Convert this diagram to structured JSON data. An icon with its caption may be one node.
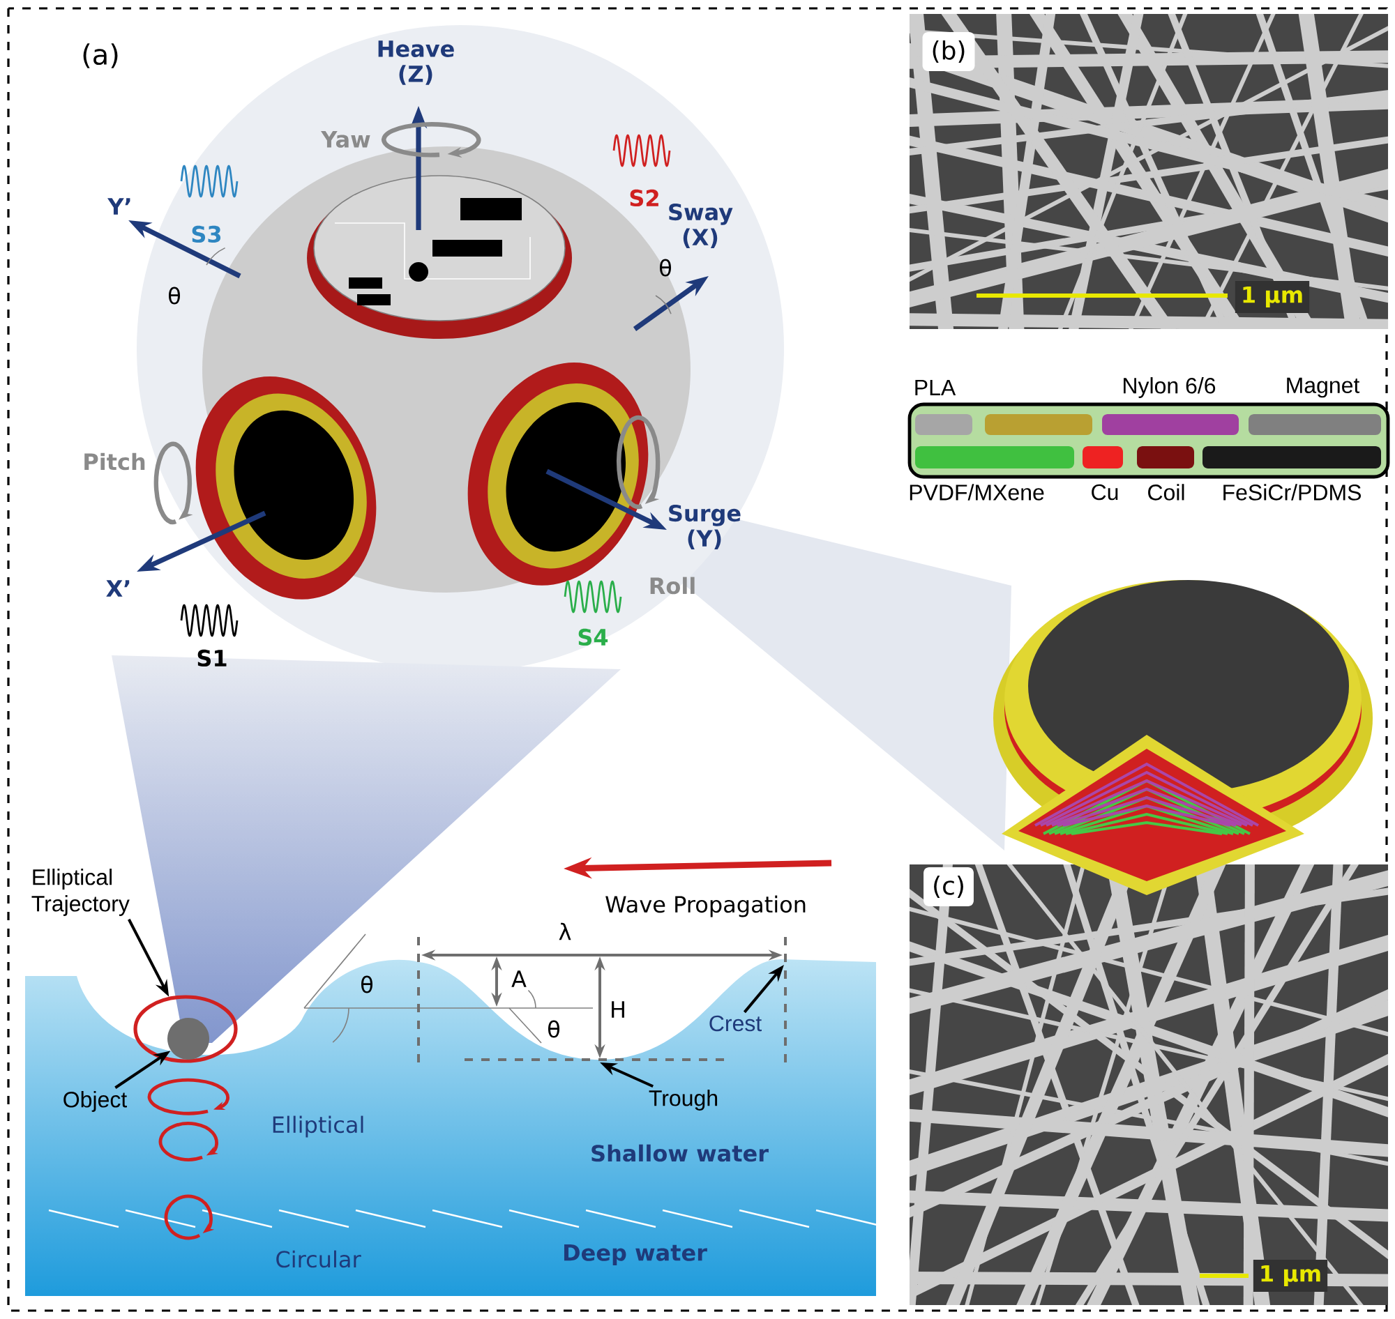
{
  "diagram": {
    "nodes": [
      {
        "text": [
          "Elliptical Trajectory"
        ]
      },
      {
        "text": [],
        "shape": "circle"
      },
      {
        "text": [
          "Object"
        ]
      },
      {
        "text": [],
        "shape": "circle",
        "in": 1
      },
      {
        "text": [
          "Trough"
        ]
      },
      {
        "text": [
          "Crest"
        ]
      }
    ],
    "edges": [
      {
        "from": 0,
        "to": 1,
        "arrow": "to"
      },
      {
        "from": 2,
        "to": 3,
        "arrow": "to"
      },
      {
        "from": 4,
        "to": null,
        "arrow": "to"
      },
      {
        "from": 5,
        "to": null,
        "arrow": "to"
      }
    ],
    "labels": [
      "(a)",
      "Heave (Z)",
      "Yaw",
      "S2",
      "Sway (X)",
      "S3",
      "Y’",
      "θ",
      "θ",
      "Pitch",
      "Surge (Y)",
      "X’",
      "Roll",
      "S4",
      "S1",
      "(b)",
      "1 µm",
      "Wave Propagation",
      "λ",
      "θ",
      "A",
      "H",
      "θ",
      "Elliptical",
      "Shallow water",
      "Circular",
      "Deep water",
      "(c)",
      "1 µm"
    ],
    "legend": [
      {
        "text": "PLA",
        "color": "#a6a6a6"
      },
      {
        "text": "Nylon 6/6",
        "color": "#a040a0"
      },
      {
        "text": "Magnet",
        "color": "#808080"
      },
      {
        "text": "PVDF/MXene",
        "color": "#40c040"
      },
      {
        "text": "Cu",
        "color": "#ee2222"
      },
      {
        "text": "Coil",
        "color": "#7a1010"
      },
      {
        "text": "FeSiCr/PDMS",
        "color": "#1a1a1a"
      }
    ]
  }
}
